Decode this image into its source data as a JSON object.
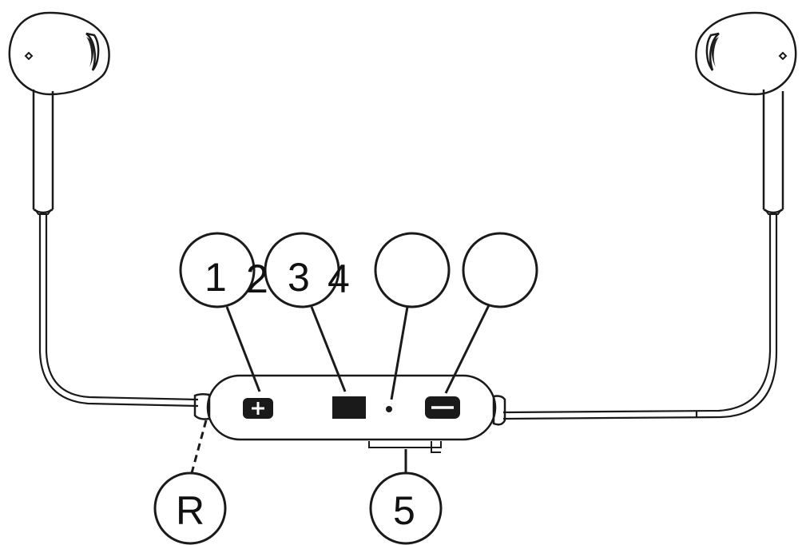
{
  "callouts": {
    "n1": "1",
    "n2": "2",
    "n3": "3",
    "n4": "4",
    "n5": "5",
    "nR": "R"
  },
  "colors": {
    "ink": "#1a1a1a",
    "button_fill": "#1a1a1a",
    "background": "#ffffff"
  },
  "icons": {
    "volume_up": "plus-icon",
    "multifunction": "square-button-icon",
    "led": "dot-icon",
    "volume_down": "minus-icon"
  }
}
